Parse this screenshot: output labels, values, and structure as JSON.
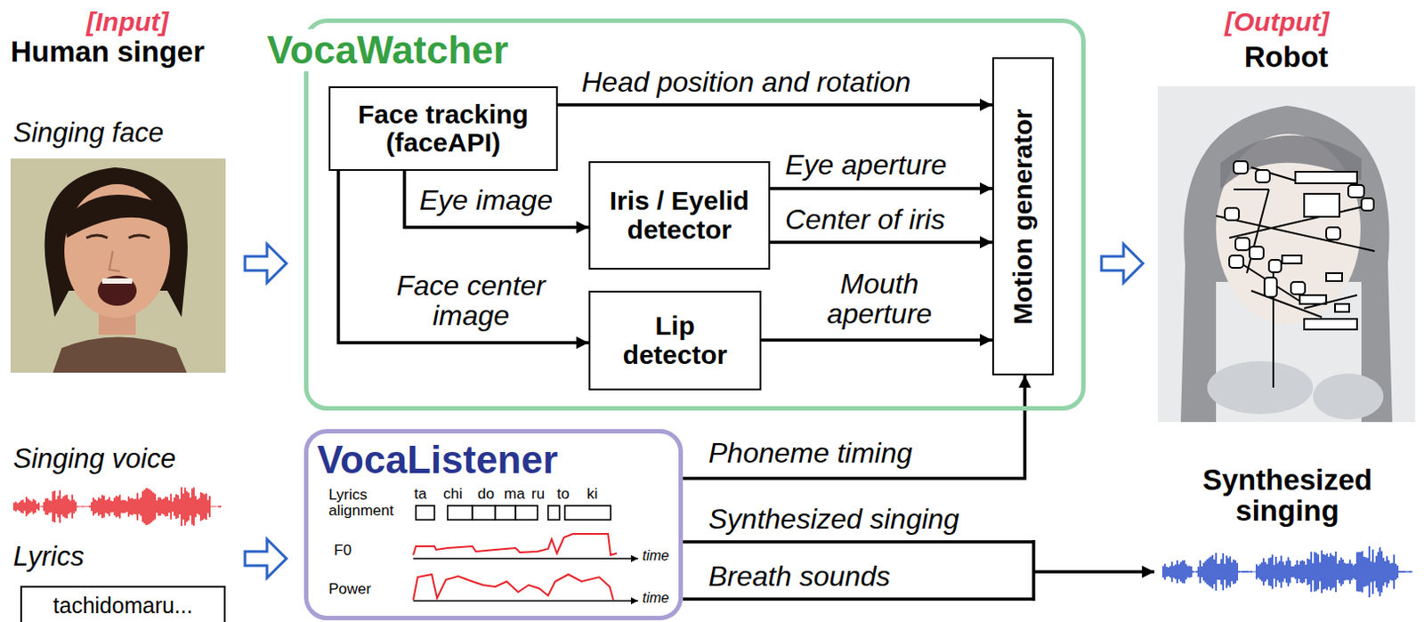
{
  "diagram": {
    "nodes": [
      {
        "text": [
          "VocaWatcher"
        ]
      },
      {
        "text": [
          "Face tracking (faceAPI)"
        ],
        "in": 0
      },
      {
        "text": [
          "Iris / Eyelid detector"
        ],
        "in": 0
      },
      {
        "text": [
          "Lip detector"
        ],
        "in": 0
      },
      {
        "text": [
          "Motion generator"
        ],
        "in": 0
      },
      {
        "text": [
          "VocaListener"
        ]
      },
      {
        "text": [
          "tachidomaru..."
        ]
      }
    ],
    "edges": [
      {
        "from": 1,
        "to": 4,
        "arrow": "to",
        "label": "Head position and rotation"
      },
      {
        "from": 1,
        "to": 2,
        "arrow": "to",
        "label": "Eye image"
      },
      {
        "from": 1,
        "to": 3,
        "arrow": "to",
        "label": "Face center image"
      },
      {
        "from": 2,
        "to": 4,
        "arrow": "to",
        "label": "Eye aperture"
      },
      {
        "from": 2,
        "to": 4,
        "arrow": "to",
        "label": "Center of iris"
      },
      {
        "from": 3,
        "to": 4,
        "arrow": "to",
        "label": "Mouth aperture"
      },
      {
        "from": 5,
        "to": 4,
        "arrow": "to",
        "label": "Phoneme timing"
      }
    ],
    "labels": [
      "[Input]",
      "Human singer",
      "Singing face",
      "Singing voice",
      "Lyrics",
      "Lyrics alignment",
      "ta",
      "chi",
      "do",
      "ma",
      "ru",
      "to",
      "ki",
      "F0",
      "time",
      "Power",
      "time",
      "Synthesized singing",
      "Breath sounds",
      "[Output]",
      "Robot",
      "Synthesized singing"
    ]
  }
}
